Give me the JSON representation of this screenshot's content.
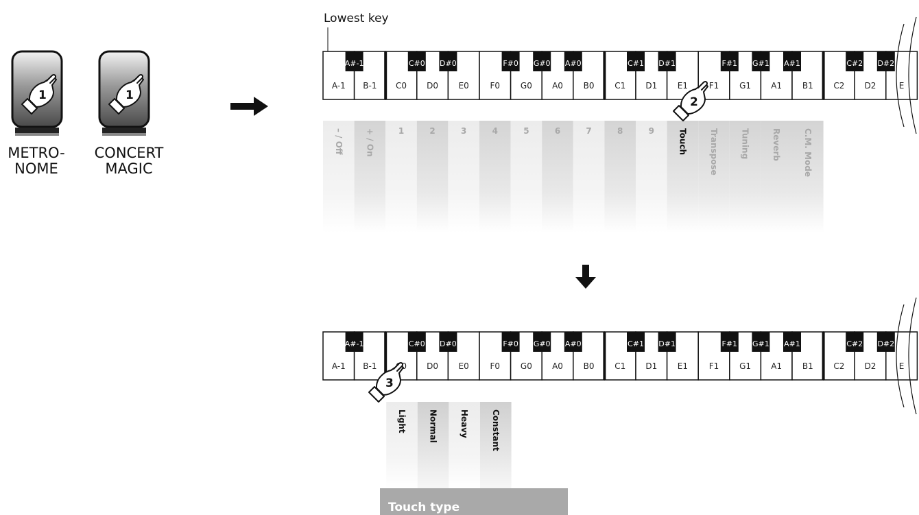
{
  "lowest_key_label": "Lowest key",
  "buttons": [
    {
      "lines": [
        "METRO-",
        "NOME"
      ],
      "step": "1",
      "hold": "hold"
    },
    {
      "lines": [
        "CONCERT",
        "MAGIC"
      ],
      "step": "1",
      "hold": "hold"
    }
  ],
  "white_keys": [
    "A-1",
    "B-1",
    "C0",
    "D0",
    "E0",
    "F0",
    "G0",
    "A0",
    "B0",
    "C1",
    "D1",
    "E1",
    "F1",
    "G1",
    "A1",
    "B1",
    "C2",
    "D2",
    "E"
  ],
  "black_keys": [
    "A#-1",
    "C#0",
    "D#0",
    "F#0",
    "G#0",
    "A#0",
    "C#1",
    "D#1",
    "F#1",
    "G#1",
    "A#1",
    "C#2",
    "D#2"
  ],
  "top_functions": [
    "– / Off",
    "+ / On",
    "1",
    "2",
    "3",
    "4",
    "5",
    "6",
    "7",
    "8",
    "9",
    "Touch",
    "Transpose",
    "Tuning",
    "Reverb",
    "C.M. Mode"
  ],
  "active_function": "Touch",
  "touch_types": [
    "Light",
    "Normal",
    "Heavy",
    "Constant"
  ],
  "touch_type_title": "Touch type",
  "steps": {
    "press_touch": "2",
    "select_type": "3"
  },
  "colors": {
    "ink": "#111111",
    "column_shade": "#d8d8d8",
    "muted_text": "#a8a8a8",
    "type_bar": "#a9a9a9"
  }
}
